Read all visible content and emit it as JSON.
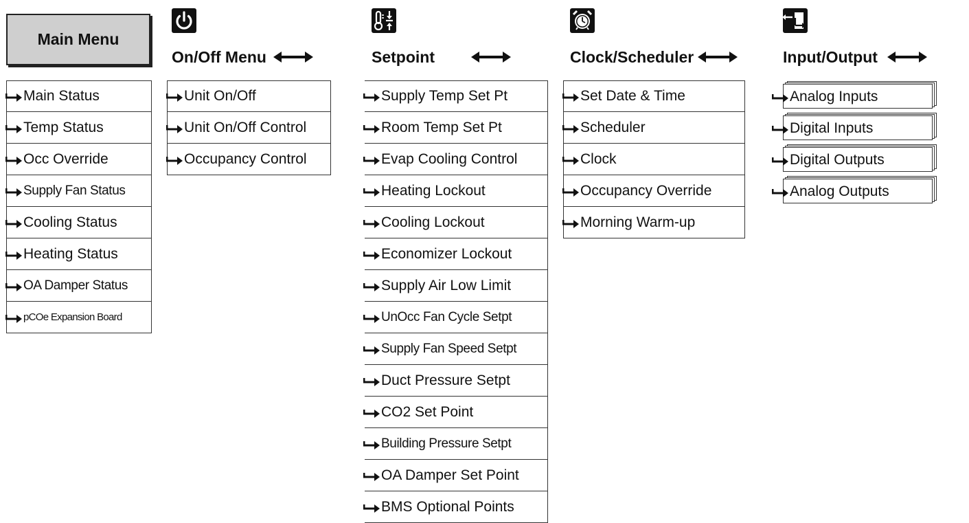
{
  "main_menu": {
    "label": "Main Menu"
  },
  "columns": [
    {
      "title": "On/Off Menu",
      "icon": "power-icon",
      "items": [
        "Unit On/Off",
        "Unit On/Off Control",
        "Occupancy Control"
      ]
    },
    {
      "title": "Setpoint",
      "icon": "thermometer-setpoint-icon",
      "items": [
        "Supply Temp Set Pt",
        "Room Temp Set Pt",
        "Evap Cooling Control",
        "Heating Lockout",
        "Cooling Lockout",
        "Economizer Lockout",
        "Supply Air Low Limit",
        "UnOcc Fan Cycle Setpt",
        "Supply Fan Speed Setpt",
        "Duct Pressure Setpt",
        "CO2 Set Point",
        "Building Pressure Setpt",
        "OA Damper Set Point",
        "BMS Optional Points"
      ]
    },
    {
      "title": "Clock/Scheduler",
      "icon": "alarm-clock-icon",
      "items": [
        "Set Date & Time",
        "Scheduler",
        "Clock",
        "Occupancy Override",
        "Morning Warm-up"
      ]
    },
    {
      "title": "Input/Output",
      "icon": "input-output-icon",
      "items": [
        "Analog Inputs",
        "Digital Inputs",
        "Digital Outputs",
        "Analog Outputs"
      ]
    }
  ],
  "main_items": [
    "Main Status",
    "Temp Status",
    "Occ Override",
    "Supply Fan Status",
    "Cooling Status",
    "Heating Status",
    "OA Damper Status",
    "pCOe Expansion Board"
  ]
}
